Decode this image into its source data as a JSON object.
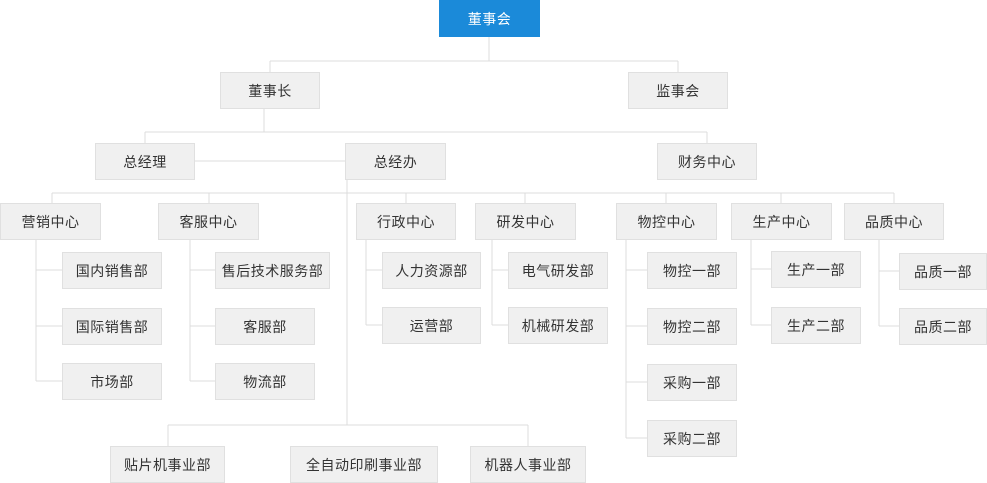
{
  "org": {
    "nodes": {
      "board": "董事会",
      "chairman": "董事长",
      "supervisors": "监事会",
      "gm": "总经理",
      "gm_office": "总经办",
      "finance": "财务中心",
      "marketing": "营销中心",
      "customer_service": "客服中心",
      "admin": "行政中心",
      "rnd": "研发中心",
      "logistics": "物控中心",
      "production": "生产中心",
      "quality": "品质中心",
      "domestic_sales": "国内销售部",
      "intl_sales": "国际销售部",
      "market_dept": "市场部",
      "after_sales": "售后技术服务部",
      "cs_dept": "客服部",
      "logistics_dept": "物流部",
      "hr_dept": "人力资源部",
      "ops_dept": "运营部",
      "electrical_rnd": "电气研发部",
      "mechanical_rnd": "机械研发部",
      "mc1": "物控一部",
      "mc2": "物控二部",
      "purchase1": "采购一部",
      "purchase2": "采购二部",
      "prod1": "生产一部",
      "prod2": "生产二部",
      "qa1": "品质一部",
      "qa2": "品质二部",
      "smt_bu": "贴片机事业部",
      "printing_bu": "全自动印刷事业部",
      "robot_bu": "机器人事业部"
    }
  }
}
